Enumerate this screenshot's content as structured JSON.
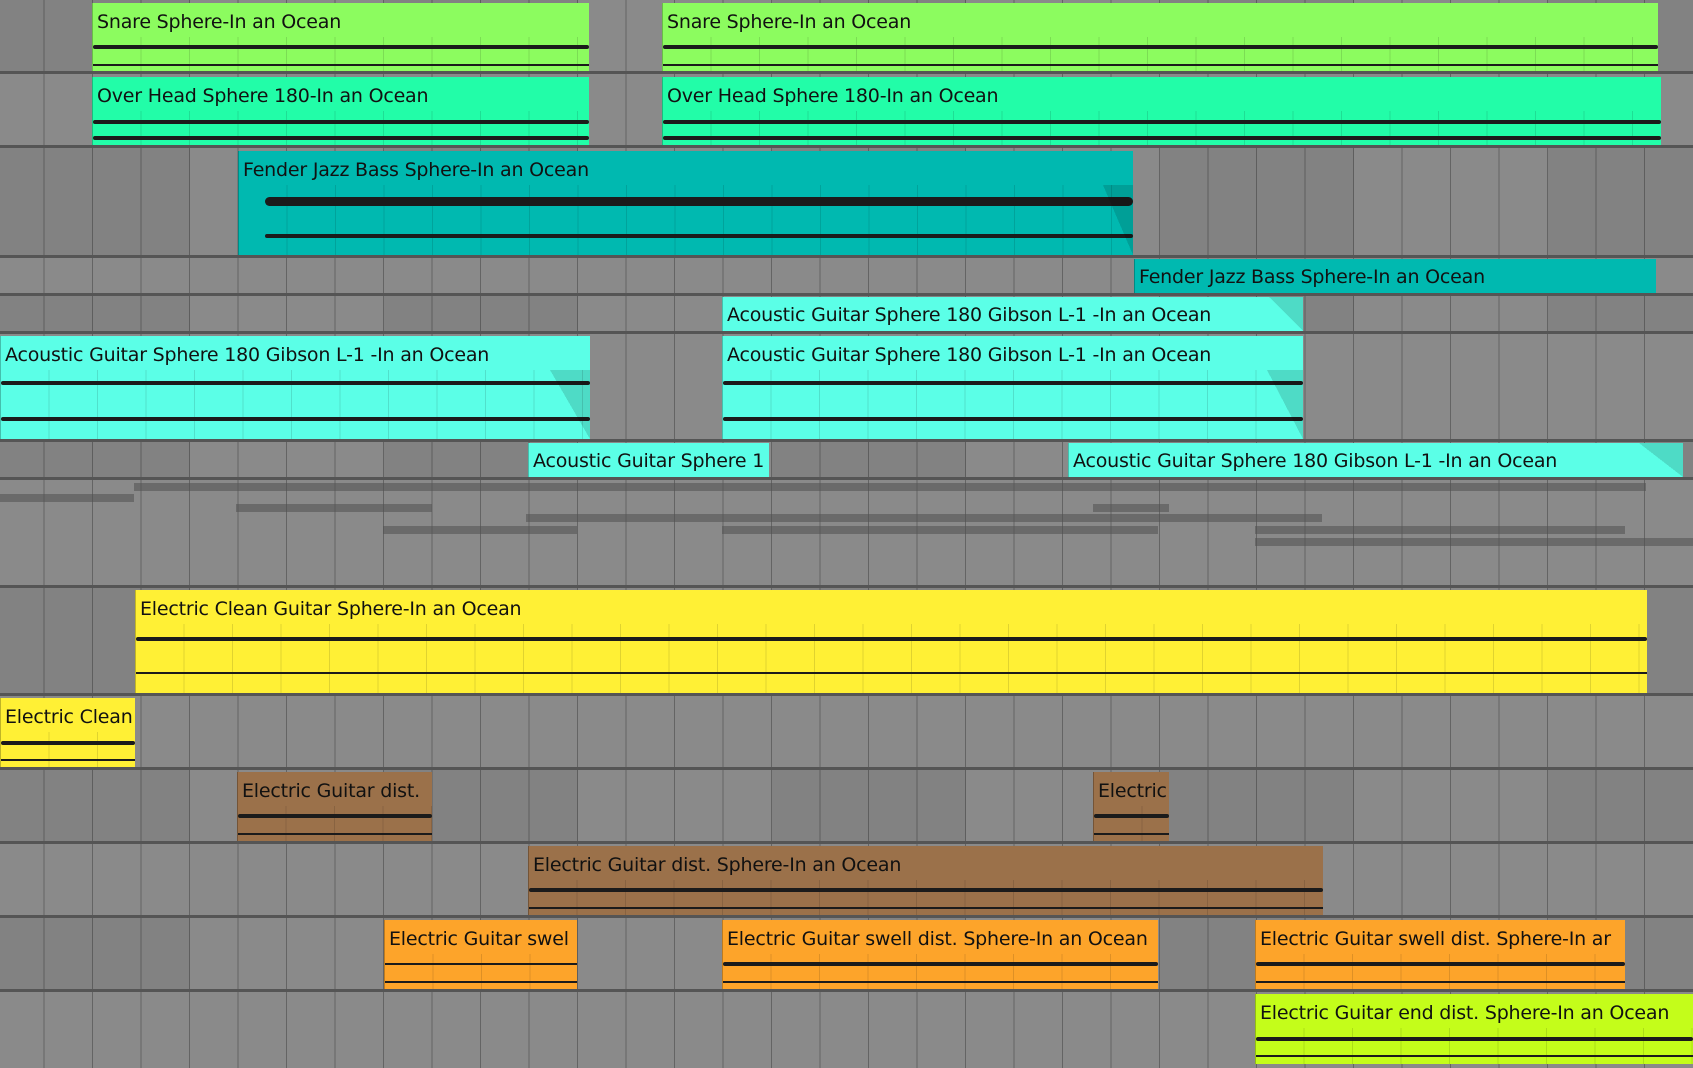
{
  "colors": {
    "snare": "#8cfc5f",
    "overhead": "#22fda8",
    "bass": "#00b9b0",
    "acoustic": "#5bffe7",
    "electric_clean": "#fff035",
    "electric_dist": "#9b714a",
    "swell": "#fda42a",
    "end": "#c4fd1a"
  },
  "tracks": [
    {
      "clips": [
        {
          "label": "Snare Sphere-In an Ocean"
        },
        {
          "label": "Snare Sphere-In an Ocean"
        }
      ]
    },
    {
      "clips": [
        {
          "label": "Over Head Sphere 180-In an Ocean"
        },
        {
          "label": "Over Head Sphere 180-In an Ocean"
        }
      ]
    },
    {
      "clips": [
        {
          "label": "Fender Jazz Bass Sphere-In an Ocean"
        }
      ]
    },
    {
      "clips": [
        {
          "label": "Fender Jazz Bass Sphere-In an Ocean"
        }
      ]
    },
    {
      "clips": [
        {
          "label": "Acoustic Guitar Sphere 180 Gibson L-1 -In an Ocean"
        }
      ]
    },
    {
      "clips": [
        {
          "label": "Acoustic Guitar Sphere 180 Gibson L-1 -In an Ocean"
        },
        {
          "label": "Acoustic Guitar Sphere 180 Gibson L-1 -In an Ocean"
        }
      ]
    },
    {
      "clips": [
        {
          "label": "Acoustic Guitar Sphere 1"
        },
        {
          "label": "Acoustic Guitar Sphere 180 Gibson L-1 -In an Ocean"
        }
      ]
    },
    {
      "clips": [
        {
          "label": "Electric Clean Guitar Sphere-In an Ocean"
        }
      ]
    },
    {
      "clips": [
        {
          "label": "Electric Clean"
        }
      ]
    },
    {
      "clips": [
        {
          "label": "Electric Guitar dist."
        },
        {
          "label": "Electric"
        }
      ]
    },
    {
      "clips": [
        {
          "label": "Electric Guitar dist. Sphere-In an Ocean"
        }
      ]
    },
    {
      "clips": [
        {
          "label": "Electric Guitar swel"
        },
        {
          "label": "Electric Guitar swell dist. Sphere-In an Ocean"
        },
        {
          "label": "Electric Guitar swell dist. Sphere-In ar"
        }
      ]
    },
    {
      "clips": [
        {
          "label": "Electric Guitar end dist. Sphere-In an Ocean"
        }
      ]
    }
  ]
}
